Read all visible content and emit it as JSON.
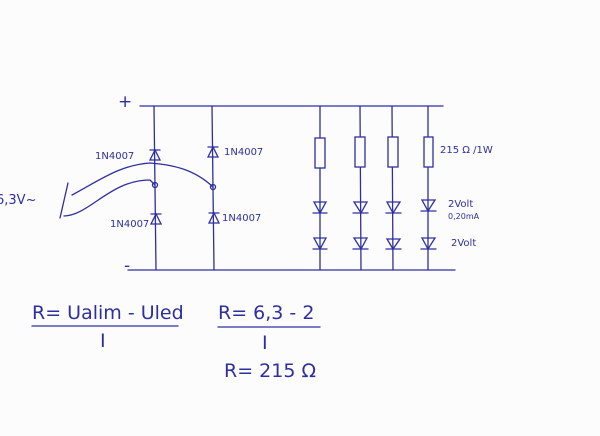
{
  "circuit": {
    "plus_label": "+",
    "minus_label": "-",
    "source_label": "6,3V~",
    "diodes": [
      "1N4007",
      "1N4007",
      "1N4007",
      "1N4007"
    ],
    "resistor_label": "215 Ω /1W",
    "led_top_label": "2Volt",
    "led_current_label": "0,20mA",
    "led_bottom_label": "2Volt"
  },
  "formulas": {
    "f1_numerator": "R= Ualim - Uled",
    "f1_denominator": "I",
    "f2_numerator": "R= 6,3 - 2",
    "f2_denominator": "I",
    "result": "R= 215 Ω"
  }
}
